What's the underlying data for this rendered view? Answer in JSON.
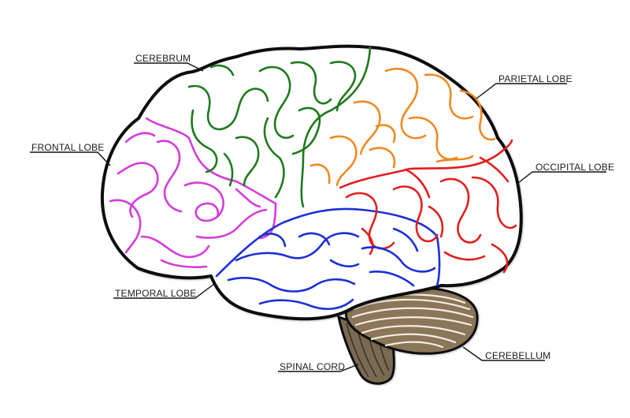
{
  "diagram": {
    "labels": {
      "cerebrum": "CEREBRUM",
      "parietal_lobe": "PARIETAL LOBE",
      "frontal_lobe": "FRONTAL LOBE",
      "occipital_lobe": "OCCIPITAL LOBE",
      "temporal_lobe": "TEMPORAL LOBE",
      "cerebellum": "CEREBELLUM",
      "spinal_cord": "SPINAL CORD"
    },
    "colors": {
      "frontal_lobe": "#d43cd9",
      "cerebrum": "#1e7a1e",
      "parietal_lobe": "#ee8a20",
      "occipital_lobe": "#e21e1e",
      "temporal_lobe": "#1c2fd6",
      "cerebellum": "#6b5a44",
      "outline": "#111111"
    }
  }
}
